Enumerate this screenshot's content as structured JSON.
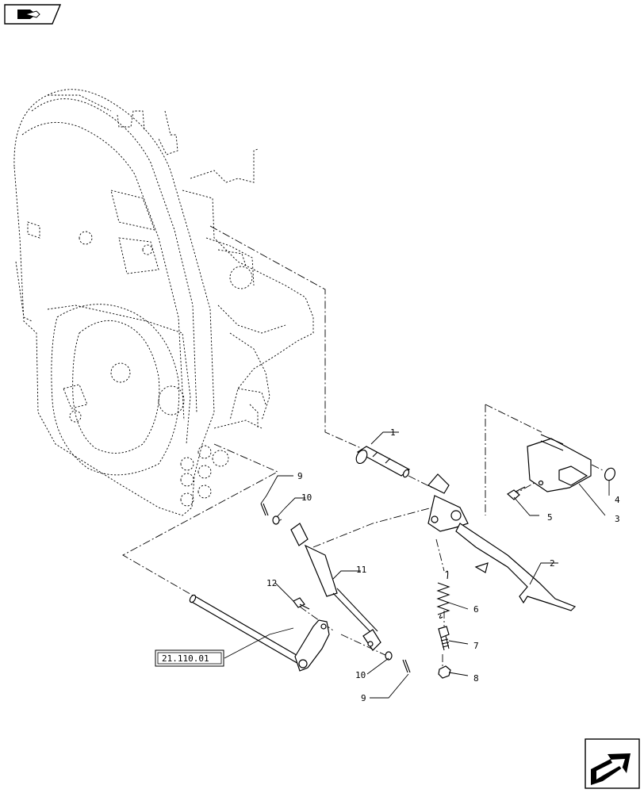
{
  "callouts": [
    "1",
    "2",
    "3",
    "4",
    "5",
    "6",
    "7",
    "8",
    "9",
    "10",
    "11",
    "12",
    "10",
    "9"
  ],
  "reference": "21.110.01",
  "icons": {
    "top_left": "book-navigation-icon",
    "bottom_right": "next-page-arrow-icon"
  }
}
